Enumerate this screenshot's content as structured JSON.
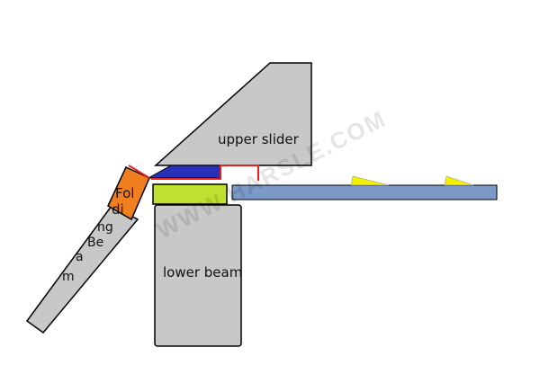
{
  "diagram": {
    "labels": {
      "upper_slider": "upper slider",
      "lower_beam": "lower beam",
      "folding_beam_line1": "Fol",
      "folding_beam_line2": "di",
      "folding_beam_line3": "ng",
      "folding_beam_line4": "Be",
      "folding_beam_line5": "a",
      "folding_beam_line6": "m"
    },
    "watermark": "WWW.HARSLE.COM",
    "colors": {
      "steel_gray": "#c8c8c8",
      "outline": "#000000",
      "sheet_blue": "#7b9ac8",
      "upper_tool_blue": "#2832b8",
      "lower_tool_lime": "#c0e030",
      "folding_tool_orange": "#f07f20",
      "clamp_red": "#e8201c",
      "gauge_yellow": "#f4f000"
    }
  }
}
